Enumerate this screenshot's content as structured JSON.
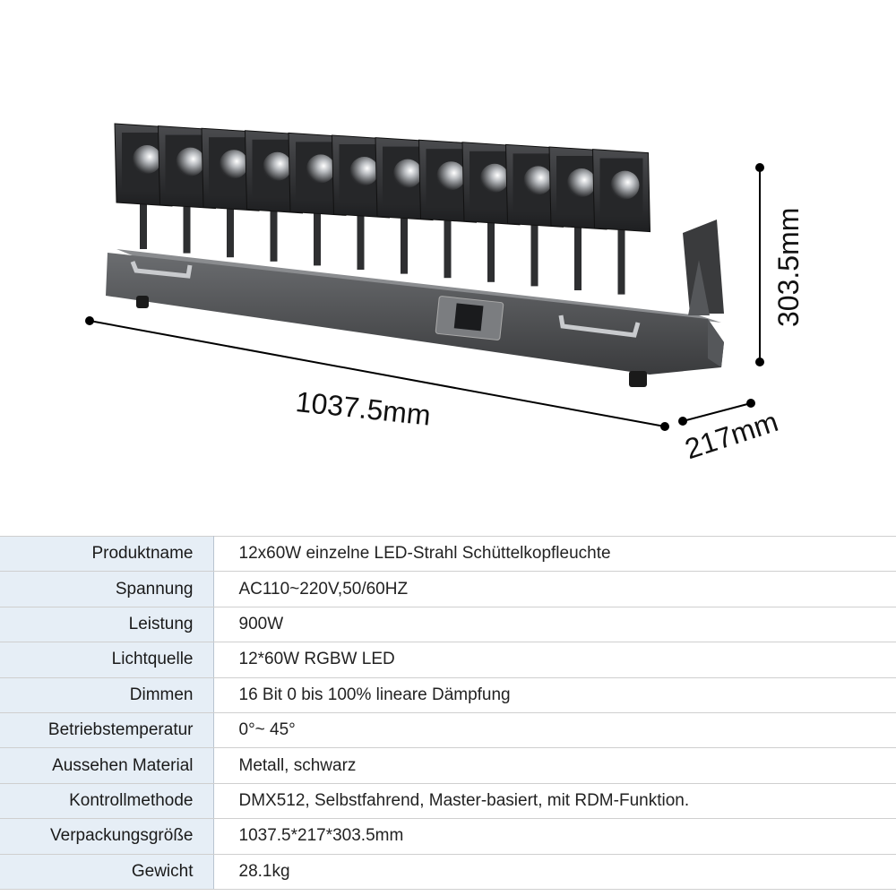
{
  "dimensions": {
    "length": "1037.5mm",
    "depth": "217mm",
    "height": "303.5mm"
  },
  "specs": [
    {
      "label": "Produktname",
      "value": "12x60W einzelne LED-Strahl Schüttelkopfleuchte"
    },
    {
      "label": "Spannung",
      "value": "AC110~220V,50/60HZ"
    },
    {
      "label": "Leistung",
      "value": "900W"
    },
    {
      "label": "Lichtquelle",
      "value": "12*60W RGBW LED"
    },
    {
      "label": "Dimmen",
      "value": "16 Bit 0 bis 100% lineare Dämpfung"
    },
    {
      "label": "Betriebstemperatur",
      "value": "0°~ 45°"
    },
    {
      "label": "Aussehen Material",
      "value": "Metall, schwarz"
    },
    {
      "label": "Kontrollmethode",
      "value": "DMX512, Selbstfahrend, Master-basiert, mit RDM-Funktion."
    },
    {
      "label": "Verpackungsgröße",
      "value": "1037.5*217*303.5mm"
    },
    {
      "label": "Gewicht",
      "value": "28.1kg"
    }
  ]
}
